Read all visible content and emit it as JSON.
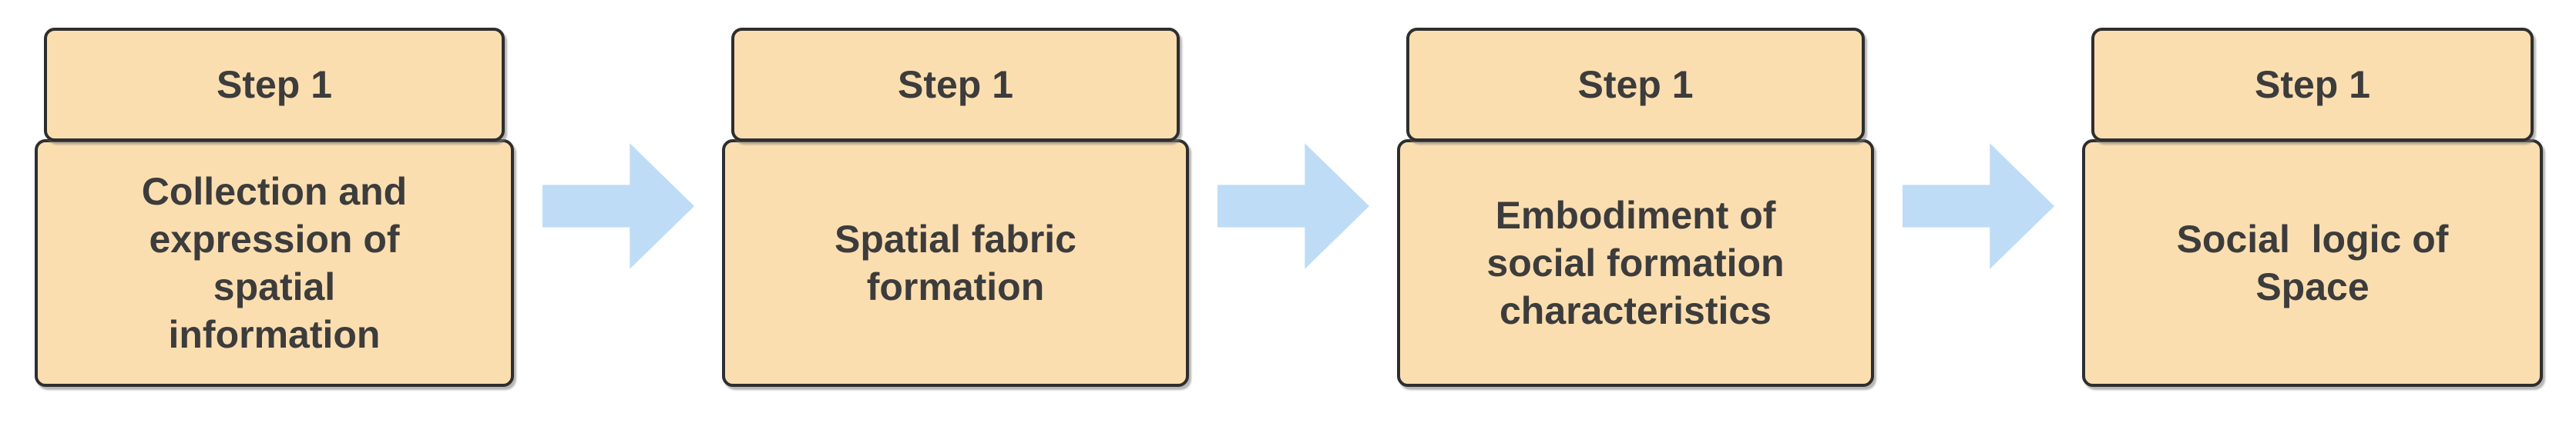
{
  "diagram": {
    "title": "four-step process flow",
    "steps": [
      {
        "header": "Step 1",
        "body": "Collection and\nexpression of\nspatial\ninformation"
      },
      {
        "header": "Step 1",
        "body": "Spatial fabric\nformation"
      },
      {
        "header": "Step 1",
        "body": "Embodiment of\nsocial formation\ncharacteristics"
      },
      {
        "header": "Step 1",
        "body": "Social  logic of\nSpace"
      }
    ],
    "connector_icon": "right-block-arrow",
    "colors": {
      "background": "#FFFFFF",
      "box_fill": "#FBDEB0",
      "box_border": "#2E2E2E",
      "text": "#3C3C3C",
      "arrow_fill": "#BFDCF6"
    }
  }
}
